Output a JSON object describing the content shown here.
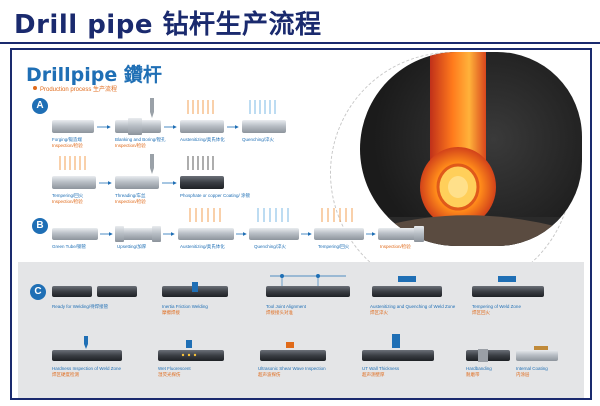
{
  "header": {
    "title": "Drill pipe 钻杆生产流程"
  },
  "panel": {
    "title": "Drillpipe 鑽杆",
    "subtitle": "Production process 生产流程"
  },
  "sections": {
    "a": {
      "badge": "A"
    },
    "b": {
      "badge": "B"
    },
    "c": {
      "badge": "C"
    }
  },
  "steps_a": [
    {
      "label": "Forging/锻造端",
      "sub": "Inspection/检验"
    },
    {
      "label": "Blanking and Boring/镗孔",
      "sub": "Inspection/检验"
    },
    {
      "label": "Austenitizing/奥氏体化",
      "sub": ""
    },
    {
      "label": "Quenching/淬火",
      "sub": ""
    },
    {
      "label": "Tempering/回火",
      "sub": "Inspection/检验"
    },
    {
      "label": "Threading/车丝",
      "sub": "Inspection/检验"
    },
    {
      "label": "Phosphate or copper Coating/ 涂镀",
      "sub": ""
    }
  ],
  "steps_b": [
    {
      "label": "Green Tube/钢管",
      "sub": ""
    },
    {
      "label": "Upsetting/加厚",
      "sub": ""
    },
    {
      "label": "Austenitizing/奥氏体化",
      "sub": ""
    },
    {
      "label": "Quenching/淬火",
      "sub": ""
    },
    {
      "label": "Tempering/回火",
      "sub": ""
    },
    {
      "label": "Inspection/检验",
      "sub": ""
    }
  ],
  "steps_c1": [
    {
      "label": "Ready for Welding/待焊接管",
      "sub": ""
    },
    {
      "label": "Inertia Friction Welding",
      "sub": "摩擦焊接"
    },
    {
      "label": "Tool Joint Alignment",
      "sub": "焊接接头对准"
    },
    {
      "label": "Austenitizing and Quenching of Weld Zone",
      "sub": "焊区淬火"
    },
    {
      "label": "Tempering of Weld Zone",
      "sub": "焊区回火"
    }
  ],
  "steps_c2": [
    {
      "label": "Hardness Inspection of Weld Zone",
      "sub": "焊区硬度检测"
    },
    {
      "label": "Wet Fluorescent",
      "sub": "湿荧光探伤"
    },
    {
      "label": "Ultrasonic Shear Wave Inspection",
      "sub": "超声波探伤"
    },
    {
      "label": "UT Wall Thickness",
      "sub": "超声测壁厚"
    },
    {
      "label": "Hardbanding",
      "sub": "耐磨带"
    },
    {
      "label": "Internal Coating",
      "sub": "内涂层"
    }
  ]
}
